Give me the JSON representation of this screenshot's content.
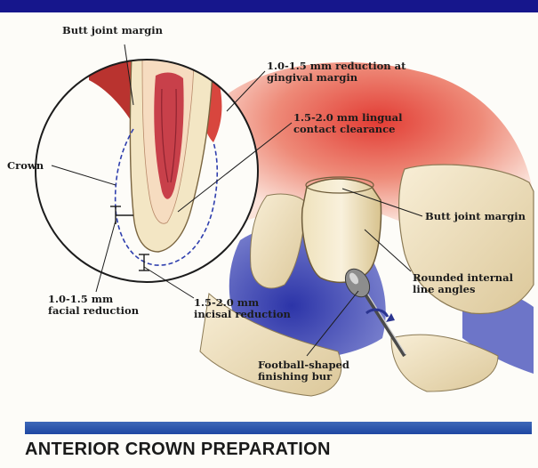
{
  "labels": {
    "butt_joint_top": "Butt joint margin",
    "reduction_gingival": [
      "1.0-1.5 mm reduction at",
      "gingival margin"
    ],
    "lingual_clearance": [
      "1.5-2.0 mm lingual",
      "contact clearance"
    ],
    "crown": "Crown",
    "butt_joint_right": "Butt joint margin",
    "rounded_angles": [
      "Rounded internal",
      "line angles"
    ],
    "facial_reduction": [
      "1.0-1.5 mm",
      "facial reduction"
    ],
    "incisal_reduction": [
      "1.5-2.0 mm",
      "incisal reduction"
    ],
    "finishing_bur": [
      "Football-shaped",
      "finishing bur"
    ]
  },
  "caption": "ANTERIOR CROWN PREPARATION",
  "colors": {
    "header_band": "#16168c",
    "gum": "#e04a3e",
    "tooth": "#f3e6c4",
    "pulp": "#c8404a",
    "shadow_blue": "#3a44b8",
    "caption_bar": "#2a56ae",
    "outline": "#1c1c1c"
  }
}
